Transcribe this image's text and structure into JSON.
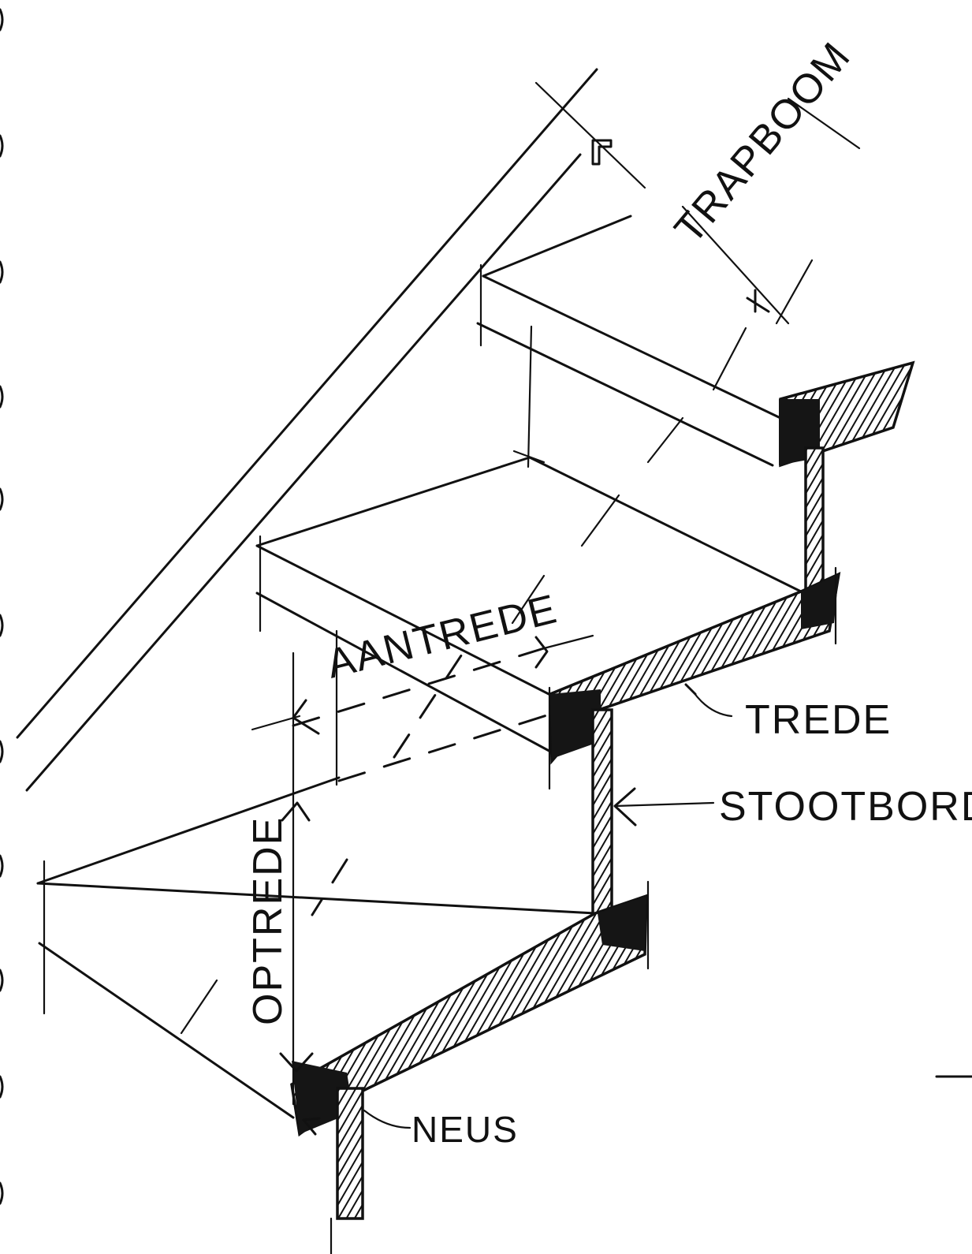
{
  "labels": {
    "trapboom": "TRAPBOOM",
    "aantrede": "AANTREDE",
    "optrede": "OPTREDE",
    "trede": "TREDE",
    "stootbord": "STOOTBORD",
    "neus": "NEUS"
  },
  "colors": {
    "ink": "#111111",
    "paper": "#ffffff"
  }
}
